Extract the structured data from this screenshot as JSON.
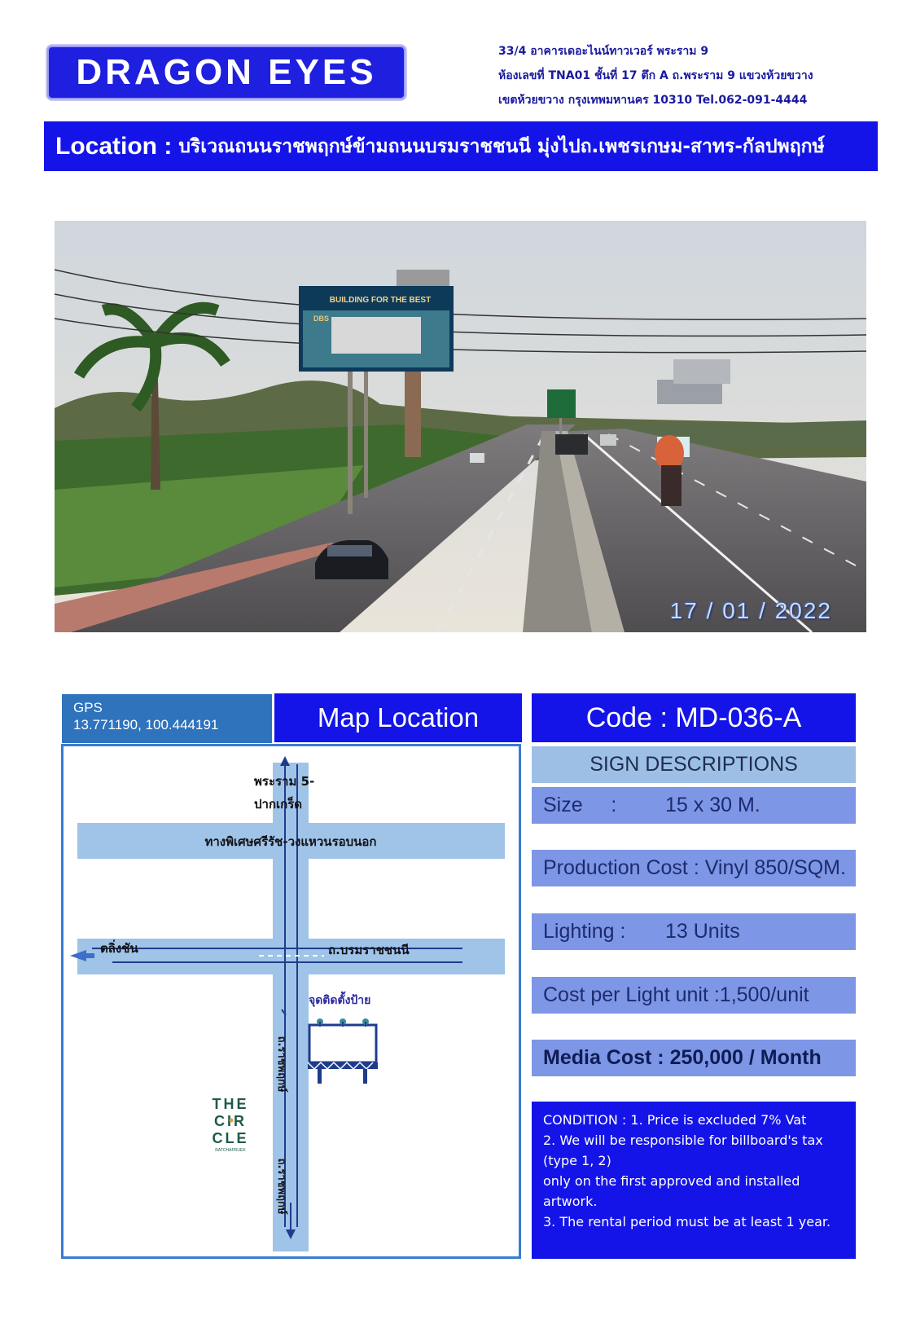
{
  "header": {
    "logo_text": "DRAGON EYES",
    "address_line1": "33/4 อาคารเดอะไนน์ทาวเวอร์ พระราม 9",
    "address_line2": "ห้องเลขที่ TNA01 ชั้นที่ 17 ตึก A ถ.พระราม 9 แขวงห้วยขวาง",
    "address_line3": "เขตห้วยขวาง กรุงเทพมหานคร 10310 Tel.062-091-4444"
  },
  "location": {
    "label": "Location :",
    "value": "บริเวณถนนราชพฤกษ์ข้ามถนนบรมราชชนนี มุ่งไปถ.เพชรเกษม-สาทร-กัลปพฤกษ์"
  },
  "photo": {
    "date": "17 / 01 / 2022",
    "billboard_text": "BUILDING FOR THE BEST",
    "billboard_brand": "DBS"
  },
  "map": {
    "gps_label": "GPS",
    "gps_coords": "13.771190, 100.444191",
    "title": "Map Location",
    "label_north_1": "พระราม 5-",
    "label_north_2": "ปากเกร็ด",
    "label_ring_road": "ทางพิเศษศรีรัช-วงแหวนรอบนอก",
    "label_west": "ตลิ่งชัน",
    "label_borom": "ถ.บรมราชชนนี",
    "label_ratchaphruek_upper": "ถ.ราชพฤกษ์",
    "label_ratchaphruek_lower": "ถ.ราชพฤกษ์",
    "label_sign_point": "จุดติดตั้งป้าย",
    "circle_logo": {
      "line1": "THE",
      "line2": "CIR",
      "line3": "CLE",
      "sub": "RATCHAPRUEK"
    }
  },
  "specs": {
    "code": "Code : MD-036-A",
    "descriptions_title": "SIGN DESCRIPTIONS",
    "size_label": "Size     :",
    "size_value": "15 x 30 M.",
    "production_cost": "Production Cost : Vinyl 850/SQM.",
    "lighting_label": "Lighting :",
    "lighting_value": "13 Units",
    "cost_per_light": "Cost per Light unit :1,500/unit",
    "media_cost": "Media Cost : 250,000 / Month"
  },
  "condition": {
    "line1": "CONDITION : 1. Price is excluded 7% Vat",
    "line2": "2. We will be responsible for billboard's tax (type 1, 2)",
    "line3": "only on the first approved and installed artwork.",
    "line4": "3. The rental period must be at least 1 year."
  },
  "colors": {
    "brand_blue": "#1414e8",
    "light_blue": "#9dbfe5",
    "spec_row": "#7e96e6",
    "gps_blue": "#2f73bd"
  }
}
